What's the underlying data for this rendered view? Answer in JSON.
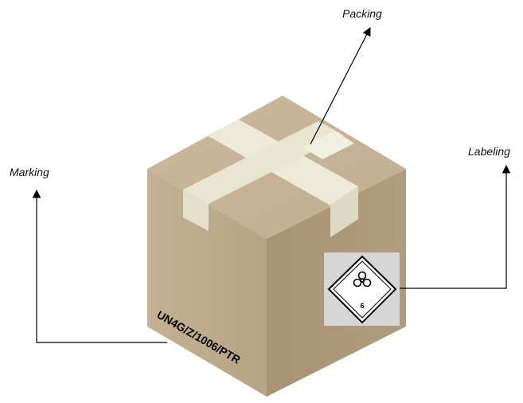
{
  "callouts": {
    "packing": "Packing",
    "labeling": "Labeling",
    "marking": "Marking"
  },
  "box": {
    "marking_code": "UN4G/Z/1006/PTR"
  },
  "hazard_label": {
    "class_number": "6",
    "symbol": "biohazard-icon"
  },
  "colors": {
    "box_top": "#c8b59a",
    "box_left": "#bda98b",
    "box_right": "#ab9778",
    "tape": "#ebe9d6",
    "label_panel": "#d6d6d6",
    "line": "#000000"
  }
}
